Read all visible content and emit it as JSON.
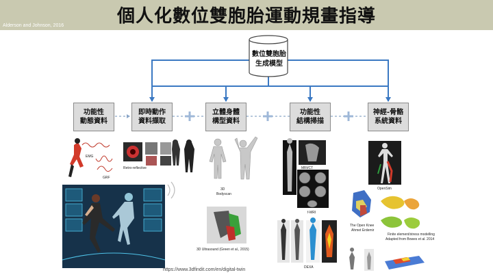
{
  "title": "個人化數位雙胞胎運動規畫指導",
  "citation": "Alderson and Johnson, 2016",
  "database": {
    "line1": "數位雙胞胎",
    "line2": "生成模型"
  },
  "boxes": [
    {
      "line1": "功能性",
      "line2": "動態資料"
    },
    {
      "line1": "即時動作",
      "line2": "資料擷取"
    },
    {
      "line1": "立體身體",
      "line2": "構型資料"
    },
    {
      "line1": "功能性",
      "line2": "結構掃描"
    },
    {
      "line1": "神經-骨骼",
      "line2": "系統資料"
    }
  ],
  "captions": {
    "emg": "EMG",
    "grf": "GRF",
    "retro": "Retro-reflective",
    "bodyscan_1": "3D",
    "bodyscan_2": "Bodyscan",
    "ultrasound": "3D Ultrasound (Green et al., 2015)",
    "mrict": "MRI/CT",
    "fmri": "f-MRI",
    "dexa": "DEXA",
    "opensim": "OpenSim",
    "knee_1": "The Open Knee",
    "knee_2": "Ahmet Erdemir",
    "fe_1": "Finite element/stress modelling",
    "fe_2": "Adapted from Bowes et al. 2014"
  },
  "source_url": "https://www.3dfindit.com/en/digital-twin",
  "colors": {
    "title_bar": "#c9c9b0",
    "arrow": "#3a78c2",
    "box_fill": "#dcdcdc",
    "box_border": "#8a8a8a",
    "plus": "#9fb8d8"
  }
}
